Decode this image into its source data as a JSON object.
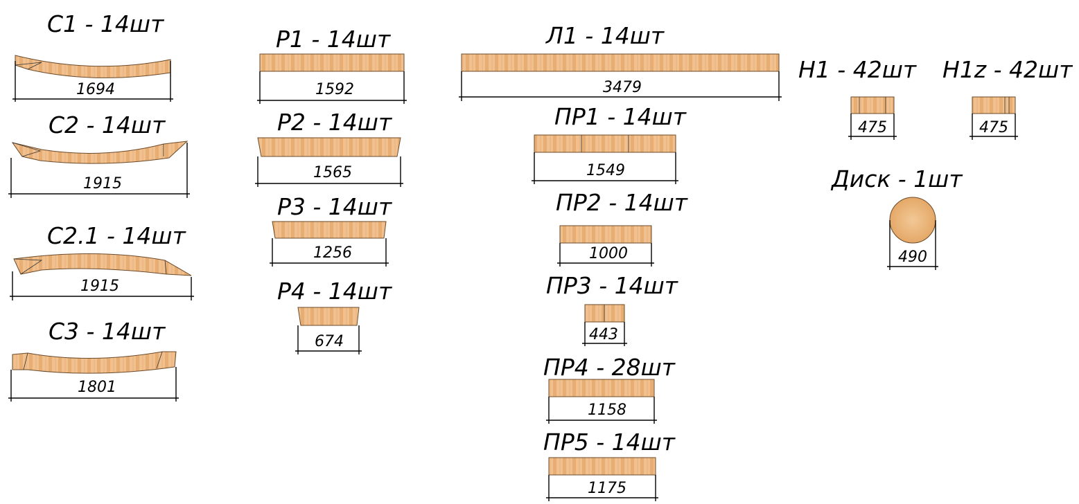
{
  "colors": {
    "wood_light": "#f2c79a",
    "wood_mid": "#e8ae75",
    "wood_dark": "#d89a5c",
    "ink": "#000000"
  },
  "parts": [
    {
      "id": "c1",
      "title": "С1 - 14шт",
      "dimension": "1694",
      "shape": "arc"
    },
    {
      "id": "c2",
      "title": "С2 - 14шт",
      "dimension": "1915",
      "shape": "arc"
    },
    {
      "id": "c21",
      "title": "С2.1 - 14шт",
      "dimension": "1915",
      "shape": "arc"
    },
    {
      "id": "c3",
      "title": "С3 - 14шт",
      "dimension": "1801",
      "shape": "arc"
    },
    {
      "id": "p1",
      "title": "Р1 - 14шт",
      "dimension": "1592",
      "shape": "board"
    },
    {
      "id": "p2",
      "title": "Р2 - 14шт",
      "dimension": "1565",
      "shape": "board"
    },
    {
      "id": "p3",
      "title": "Р3 - 14шт",
      "dimension": "1256",
      "shape": "board"
    },
    {
      "id": "p4",
      "title": "Р4 - 14шт",
      "dimension": "674",
      "shape": "board"
    },
    {
      "id": "l1",
      "title": "Л1 - 14шт",
      "dimension": "3479",
      "shape": "board"
    },
    {
      "id": "pr1",
      "title": "ПР1 - 14шт",
      "dimension": "1549",
      "shape": "board"
    },
    {
      "id": "pr2",
      "title": "ПР2 - 14шт",
      "dimension": "1000",
      "shape": "board"
    },
    {
      "id": "pr3",
      "title": "ПР3 - 14шт",
      "dimension": "443",
      "shape": "board"
    },
    {
      "id": "pr4",
      "title": "ПР4 - 28шт",
      "dimension": "1158",
      "shape": "board"
    },
    {
      "id": "pr5",
      "title": "ПР5 - 14шт",
      "dimension": "1175",
      "shape": "board"
    },
    {
      "id": "h1",
      "title": "Н1 - 42шт",
      "dimension": "475",
      "shape": "block"
    },
    {
      "id": "h1z",
      "title": "Н1z - 42шт",
      "dimension": "475",
      "shape": "block"
    },
    {
      "id": "disk",
      "title": "Диск - 1шт",
      "dimension": "490",
      "shape": "disk"
    }
  ]
}
